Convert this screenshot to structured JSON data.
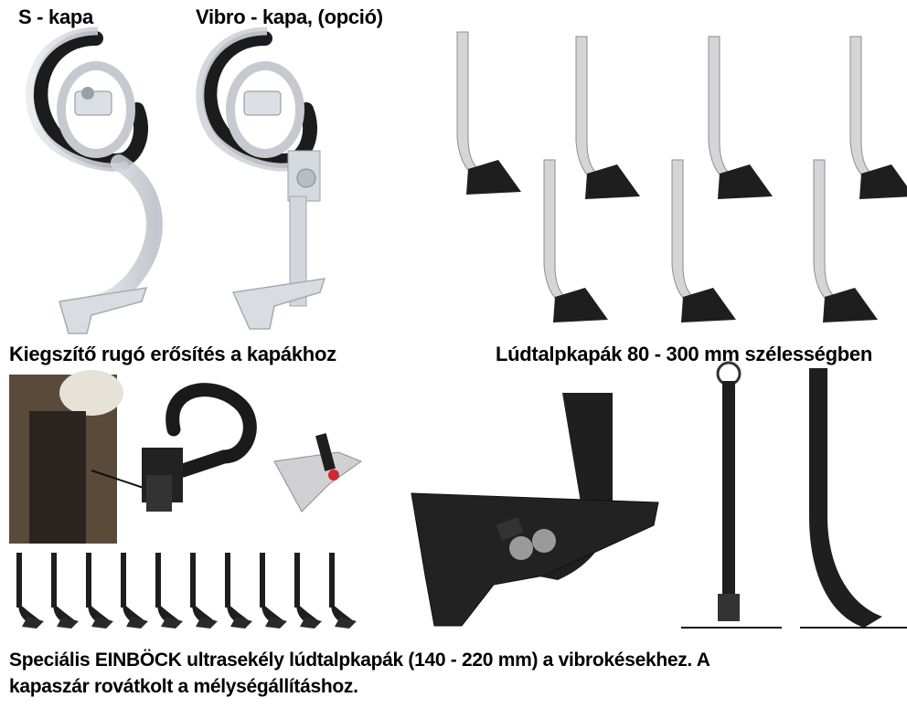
{
  "labels": {
    "s_kapa": "S - kapa",
    "vibro_kapa": "Vibro - kapa, (opció)",
    "kiegeszito": "Kiegszítő rugó erősítés a kapákhoz",
    "ludtalp": "Lúdtalpkapák 80 - 300 mm szélességben"
  },
  "caption": {
    "line1": "Speciális EINBÖCK ultrasekély lúdtalpkapák (140 - 220 mm) a vibrokésekhez. A",
    "line2": "kapaszár rovátkolt a mélységállításhoz."
  },
  "colors": {
    "steel_dark": "#1e1e1e",
    "steel_light": "#d9d9dc",
    "transparent_part": "#c8ccd2"
  },
  "icons": {
    "s_tine": "s-tine-icon",
    "vibro_tine": "vibro-tine-icon",
    "duckfoot": "duckfoot-share-icon",
    "spring": "spring-reinforcement-icon"
  }
}
